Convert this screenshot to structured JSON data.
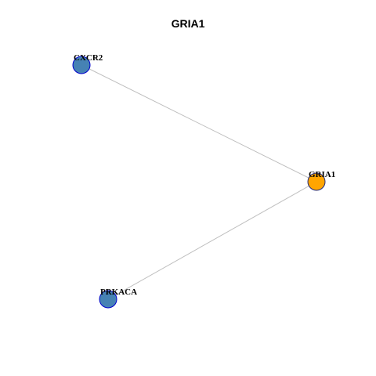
{
  "title": "GRIA1",
  "network": {
    "nodes": [
      {
        "id": "CXCR2",
        "label": "CXCR2",
        "role": "neighbor",
        "color": "#4682B4",
        "stroke": "#0000CD"
      },
      {
        "id": "GRIA1",
        "label": "GRIA1",
        "role": "focus",
        "color": "#FFA500",
        "stroke": "#1F2A80"
      },
      {
        "id": "PRKACA",
        "label": "PRKACA",
        "role": "neighbor",
        "color": "#4682B4",
        "stroke": "#0000CD"
      }
    ],
    "edges": [
      {
        "source": "CXCR2",
        "target": "GRIA1"
      },
      {
        "source": "PRKACA",
        "target": "GRIA1"
      }
    ],
    "edge_color": "#BEBEBE"
  }
}
